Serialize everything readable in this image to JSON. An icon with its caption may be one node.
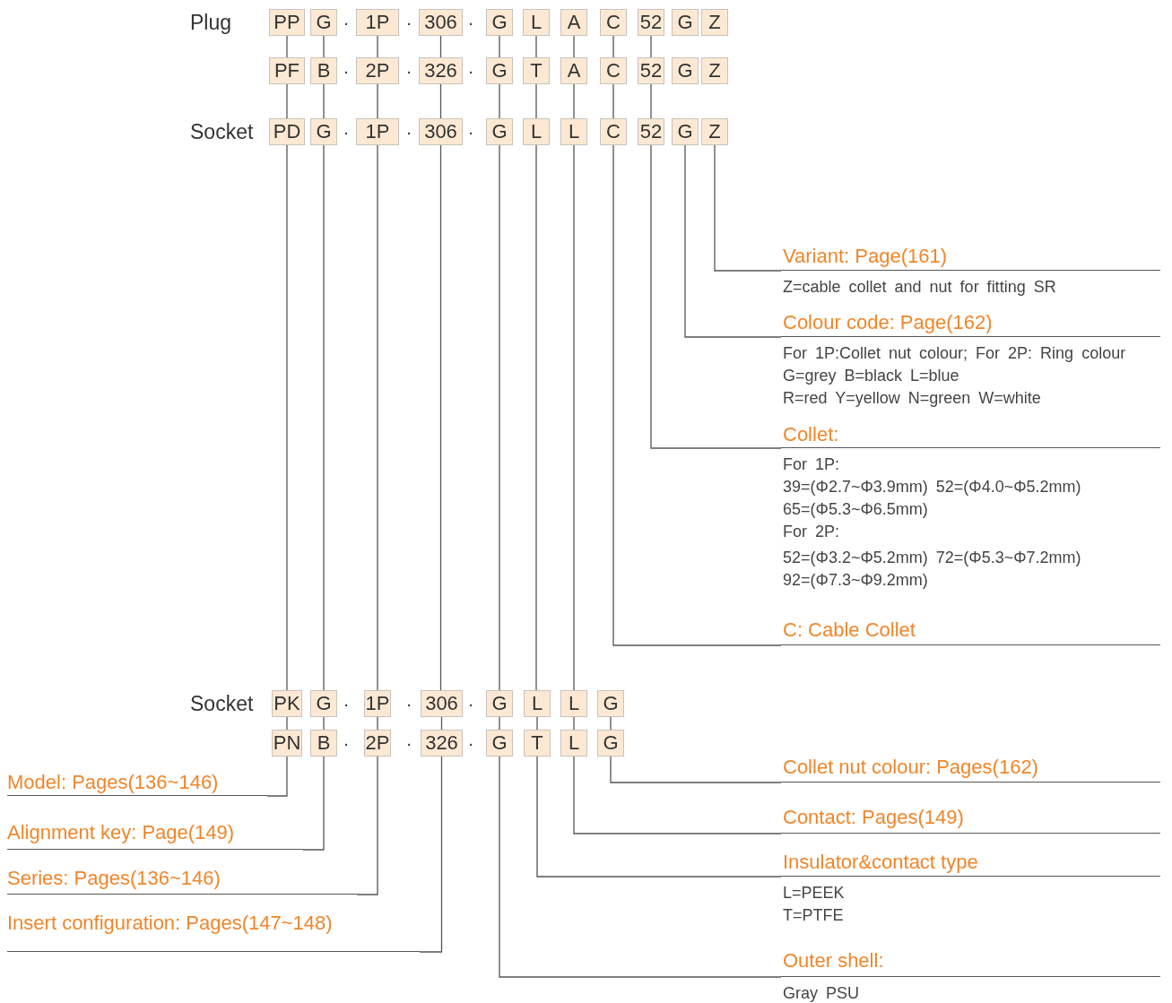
{
  "diagram": {
    "nodes": [
      {
        "text": [
          "PP"
        ]
      },
      {
        "text": [
          "G"
        ]
      },
      {
        "text": [
          "1P"
        ]
      },
      {
        "text": [
          "306"
        ]
      },
      {
        "text": [
          "G"
        ]
      },
      {
        "text": [
          "L"
        ]
      },
      {
        "text": [
          "A"
        ]
      },
      {
        "text": [
          "C"
        ]
      },
      {
        "text": [
          "52"
        ]
      },
      {
        "text": [
          "G"
        ]
      },
      {
        "text": [
          "Z"
        ]
      },
      {
        "text": [
          "PF"
        ]
      },
      {
        "text": [
          "B"
        ]
      },
      {
        "text": [
          "2P"
        ]
      },
      {
        "text": [
          "326"
        ]
      },
      {
        "text": [
          "G"
        ]
      },
      {
        "text": [
          "T"
        ]
      },
      {
        "text": [
          "A"
        ]
      },
      {
        "text": [
          "C"
        ]
      },
      {
        "text": [
          "52"
        ]
      },
      {
        "text": [
          "G"
        ]
      },
      {
        "text": [
          "Z"
        ]
      },
      {
        "text": [
          "PD"
        ]
      },
      {
        "text": [
          "G"
        ]
      },
      {
        "text": [
          "1P"
        ]
      },
      {
        "text": [
          "306"
        ]
      },
      {
        "text": [
          "G"
        ]
      },
      {
        "text": [
          "L"
        ]
      },
      {
        "text": [
          "L"
        ]
      },
      {
        "text": [
          "C"
        ]
      },
      {
        "text": [
          "52"
        ]
      },
      {
        "text": [
          "G"
        ]
      },
      {
        "text": [
          "Z"
        ]
      },
      {
        "text": [
          "PK"
        ]
      },
      {
        "text": [
          "G"
        ]
      },
      {
        "text": [
          "1P"
        ]
      },
      {
        "text": [
          "306"
        ]
      },
      {
        "text": [
          "G"
        ]
      },
      {
        "text": [
          "L"
        ]
      },
      {
        "text": [
          "L"
        ]
      },
      {
        "text": [
          "G"
        ]
      },
      {
        "text": [
          "PN"
        ]
      },
      {
        "text": [
          "B"
        ]
      },
      {
        "text": [
          "2P"
        ]
      },
      {
        "text": [
          "326"
        ]
      },
      {
        "text": [
          "G"
        ]
      },
      {
        "text": [
          "T"
        ]
      },
      {
        "text": [
          "L"
        ]
      },
      {
        "text": [
          "G"
        ]
      },
      {
        "text": [
          "Variant: Page(161)",
          "Z=cable collet and nut for fitting SR"
        ]
      },
      {
        "text": [
          "Colour code: Page(162)",
          "For 1P:Collet nut colour; For 2P: Ring colour",
          "G=grey B=black L=blue",
          "R=red Y=yellow N=green W=white"
        ]
      },
      {
        "text": [
          "Collet:",
          "For 1P:",
          "39=(Φ2.7~Φ3.9mm) 52=(Φ4.0~Φ5.2mm)",
          "65=(Φ5.3~Φ6.5mm)",
          "For 2P:",
          "52=(Φ3.2~Φ5.2mm) 72=(Φ5.3~Φ7.2mm)",
          "92=(Φ7.3~Φ9.2mm)"
        ]
      },
      {
        "text": [
          "C: Cable Collet"
        ]
      },
      {
        "text": [
          "Collet nut colour: Pages(162)"
        ]
      },
      {
        "text": [
          "Model: Pages(136~146)"
        ]
      },
      {
        "text": [
          "Contact: Pages(149)"
        ]
      },
      {
        "text": [
          "Alignment key: Page(149)"
        ]
      },
      {
        "text": [
          "Insulator&contact type",
          "L=PEEK",
          "T=PTFE"
        ]
      },
      {
        "text": [
          "Series: Pages(136~146)"
        ]
      },
      {
        "text": [
          "Insert configuration: Pages(147~148)"
        ]
      },
      {
        "text": [
          "Outer shell:",
          "Gray PSU"
        ]
      }
    ],
    "edges": [
      {
        "from": 0,
        "to": 11,
        "arrow": "none"
      },
      {
        "from": 1,
        "to": 12,
        "arrow": "none"
      },
      {
        "from": 2,
        "to": 13,
        "arrow": "none"
      },
      {
        "from": 3,
        "to": 14,
        "arrow": "none"
      },
      {
        "from": 4,
        "to": 15,
        "arrow": "none"
      },
      {
        "from": 5,
        "to": 16,
        "arrow": "none"
      },
      {
        "from": 6,
        "to": 17,
        "arrow": "none"
      },
      {
        "from": 7,
        "to": 18,
        "arrow": "none"
      },
      {
        "from": 8,
        "to": 19,
        "arrow": "none"
      },
      {
        "from": 11,
        "to": 22,
        "arrow": "none"
      },
      {
        "from": 12,
        "to": 23,
        "arrow": "none"
      },
      {
        "from": 13,
        "to": 24,
        "arrow": "none"
      },
      {
        "from": 14,
        "to": 25,
        "arrow": "none"
      },
      {
        "from": 15,
        "to": 26,
        "arrow": "none"
      },
      {
        "from": 16,
        "to": 27,
        "arrow": "none"
      },
      {
        "from": 17,
        "to": 28,
        "arrow": "none"
      },
      {
        "from": 18,
        "to": 29,
        "arrow": "none"
      },
      {
        "from": 19,
        "to": 30,
        "arrow": "none"
      },
      {
        "from": 22,
        "to": 33,
        "arrow": "none"
      },
      {
        "from": 23,
        "to": 34,
        "arrow": "none"
      },
      {
        "from": 24,
        "to": 35,
        "arrow": "none"
      },
      {
        "from": 25,
        "to": 36,
        "arrow": "none"
      },
      {
        "from": 26,
        "to": 37,
        "arrow": "none"
      },
      {
        "from": 27,
        "to": 38,
        "arrow": "none"
      },
      {
        "from": 28,
        "to": 39,
        "arrow": "none"
      },
      {
        "from": 29,
        "to": 52,
        "arrow": "none"
      },
      {
        "from": 30,
        "to": 51,
        "arrow": "none"
      },
      {
        "from": 31,
        "to": 50,
        "arrow": "none"
      },
      {
        "from": 32,
        "to": 49,
        "arrow": "none"
      },
      {
        "from": 33,
        "to": 41,
        "arrow": "none"
      },
      {
        "from": 34,
        "to": 42,
        "arrow": "none"
      },
      {
        "from": 35,
        "to": 43,
        "arrow": "none"
      },
      {
        "from": 36,
        "to": 44,
        "arrow": "none"
      },
      {
        "from": 37,
        "to": 45,
        "arrow": "none"
      },
      {
        "from": 38,
        "to": 46,
        "arrow": "none"
      },
      {
        "from": 39,
        "to": 47,
        "arrow": "none"
      },
      {
        "from": 40,
        "to": 48,
        "arrow": "none"
      },
      {
        "from": 41,
        "to": 54,
        "arrow": "none"
      },
      {
        "from": 42,
        "to": 56,
        "arrow": "none"
      },
      {
        "from": 43,
        "to": 58,
        "arrow": "none"
      },
      {
        "from": 44,
        "to": 59,
        "arrow": "none"
      },
      {
        "from": 45,
        "to": 60,
        "arrow": "none"
      },
      {
        "from": 46,
        "to": 57,
        "arrow": "none"
      },
      {
        "from": 47,
        "to": 55,
        "arrow": "none"
      },
      {
        "from": 48,
        "to": 53,
        "arrow": "none"
      }
    ],
    "labels": [
      "Plug",
      "·",
      "·",
      "·",
      "·",
      "·",
      "·",
      "Socket",
      "·",
      "·",
      "·",
      "Socket",
      "·",
      "·",
      "·",
      "·",
      "·",
      "·"
    ]
  }
}
